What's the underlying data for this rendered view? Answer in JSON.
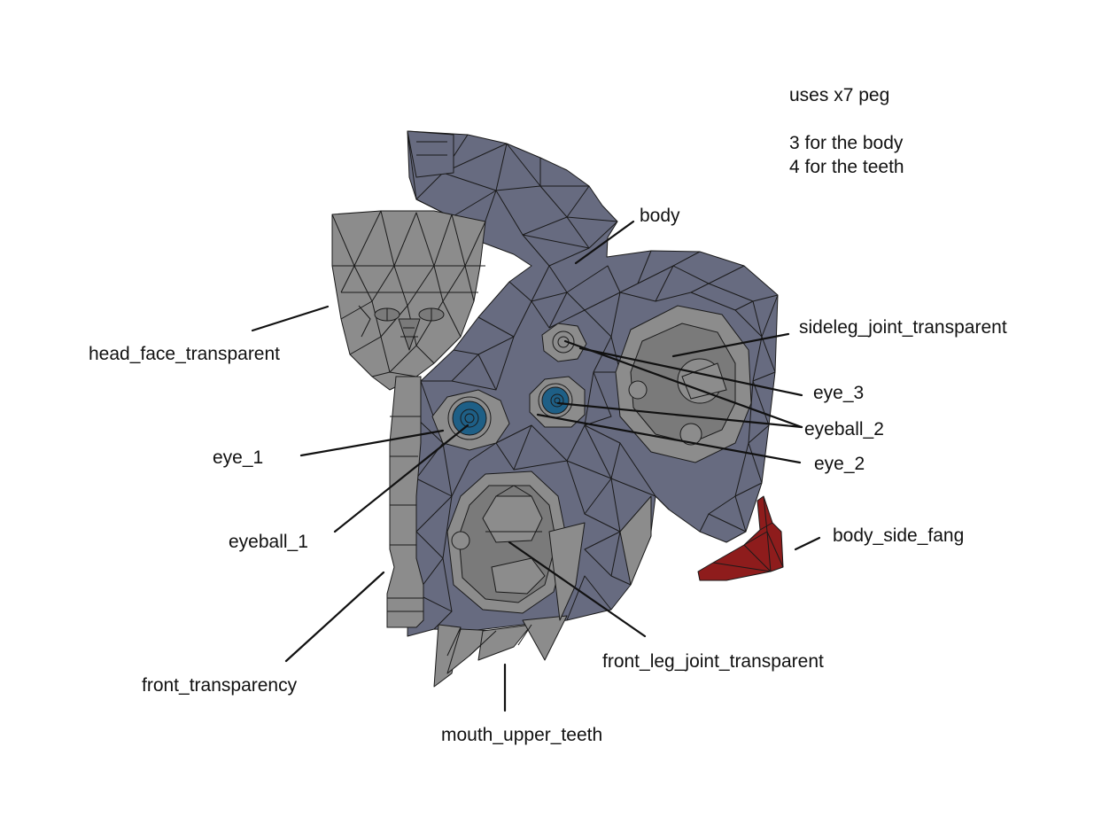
{
  "notes": {
    "line1": "uses x7 peg",
    "line2": "3 for the body",
    "line3": "4 for the teeth"
  },
  "labels": {
    "body": "body",
    "head_face_transparent": "head_face_transparent",
    "sideleg_joint_transparent": "sideleg_joint_transparent",
    "eye_3": "eye_3",
    "eyeball_2": "eyeball_2",
    "eye_2": "eye_2",
    "eye_1": "eye_1",
    "eyeball_1": "eyeball_1",
    "body_side_fang": "body_side_fang",
    "front_transparency": "front_transparency",
    "front_leg_joint_transparent": "front_leg_joint_transparent",
    "mouth_upper_teeth": "mouth_upper_teeth"
  },
  "colors": {
    "body": "#676b80",
    "transparent_parts": "#8c8c8c",
    "eyeball": "#1e5f86",
    "fang": "#8e1c1c",
    "mesh_lines": "#1a1a1a"
  }
}
